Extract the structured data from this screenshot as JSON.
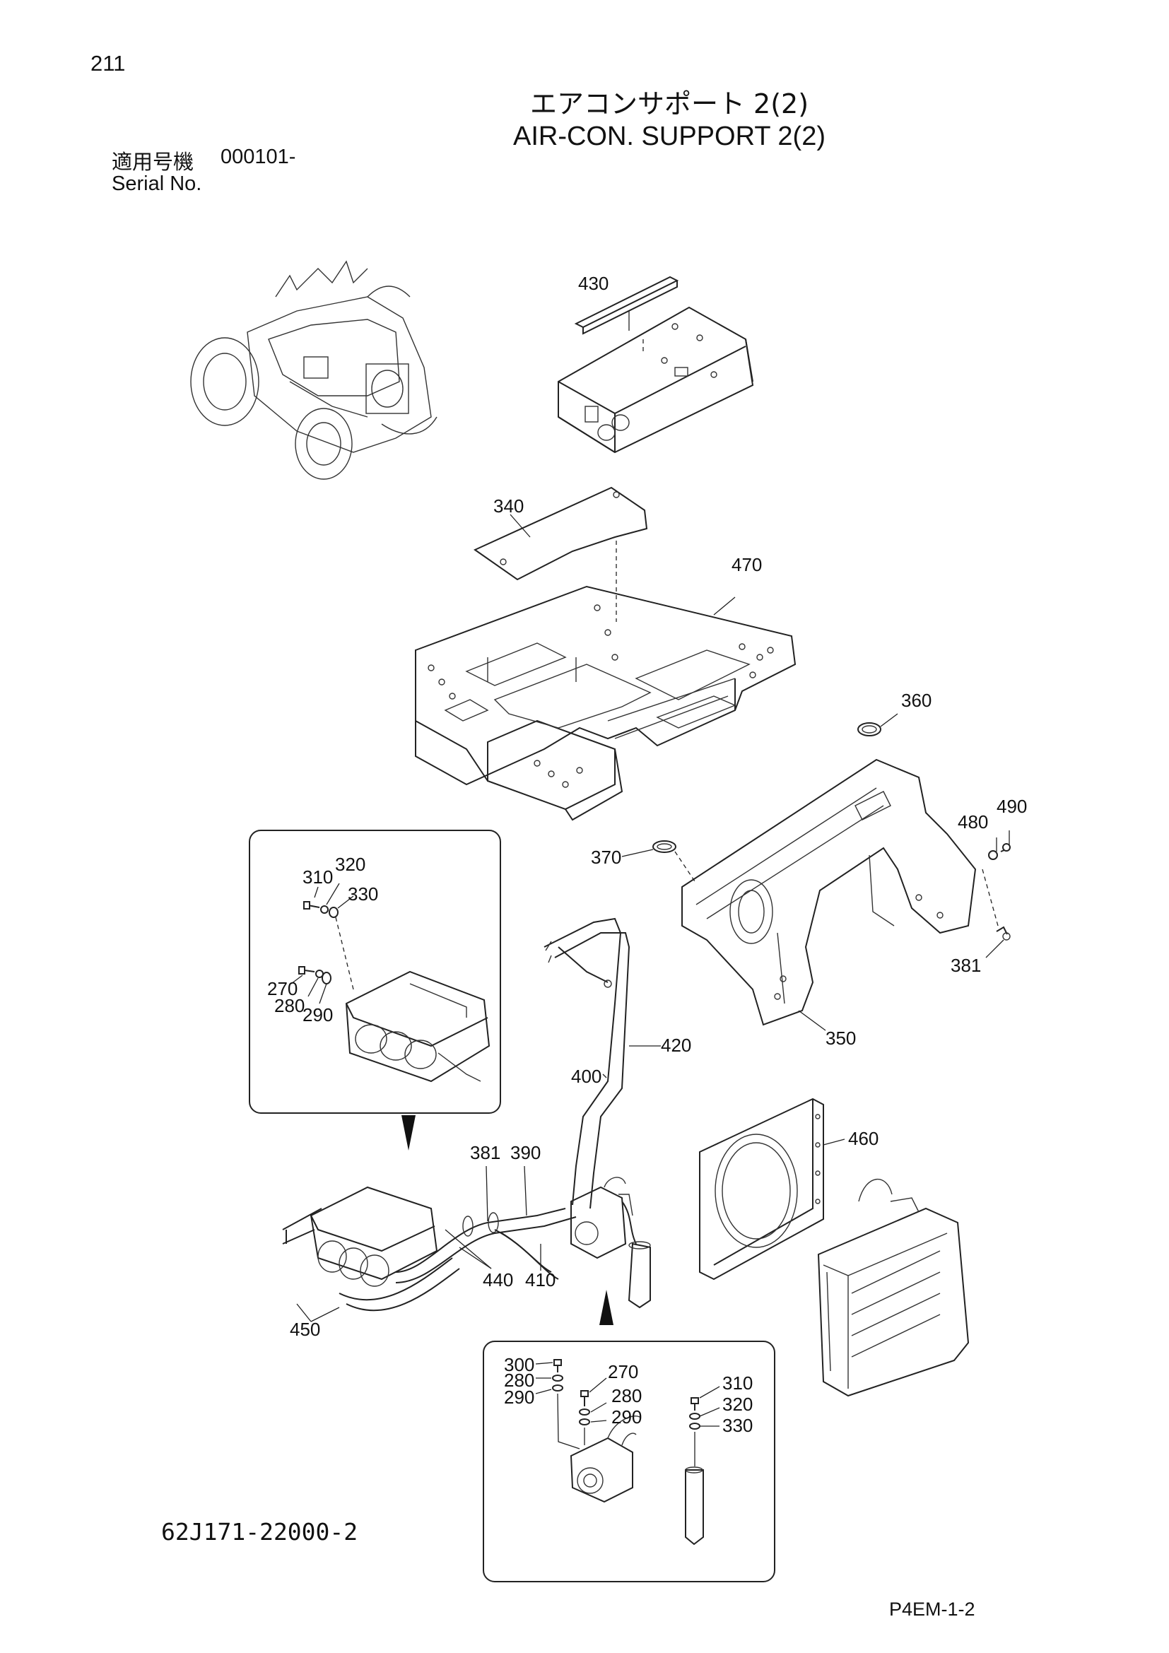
{
  "page_number": "211",
  "title_jp": "エアコンサポート 2(2)",
  "title_en": "AIR-CON. SUPPORT 2(2)",
  "serial_label_jp": "適用号機",
  "serial_value": "000101-",
  "serial_label_en": "Serial No.",
  "doc_code": "62J171-22000-2",
  "page_ref": "P4EM-1-2",
  "callouts": {
    "p430": "430",
    "p340": "340",
    "p470": "470",
    "p360": "360",
    "p490": "490",
    "p480": "480",
    "p370": "370",
    "p381a": "381",
    "p350": "350",
    "p420": "420",
    "p400": "400",
    "p460": "460",
    "p381b": "381",
    "p390": "390",
    "p440": "440",
    "p410": "410",
    "p450": "450",
    "d1_310": "310",
    "d1_320": "320",
    "d1_330": "330",
    "d1_270": "270",
    "d1_280": "280",
    "d1_290": "290",
    "d2_300": "300",
    "d2_280a": "280",
    "d2_290a": "290",
    "d2_270": "270",
    "d2_280b": "280",
    "d2_290b": "290",
    "d2_310": "310",
    "d2_320": "320",
    "d2_330": "330"
  }
}
